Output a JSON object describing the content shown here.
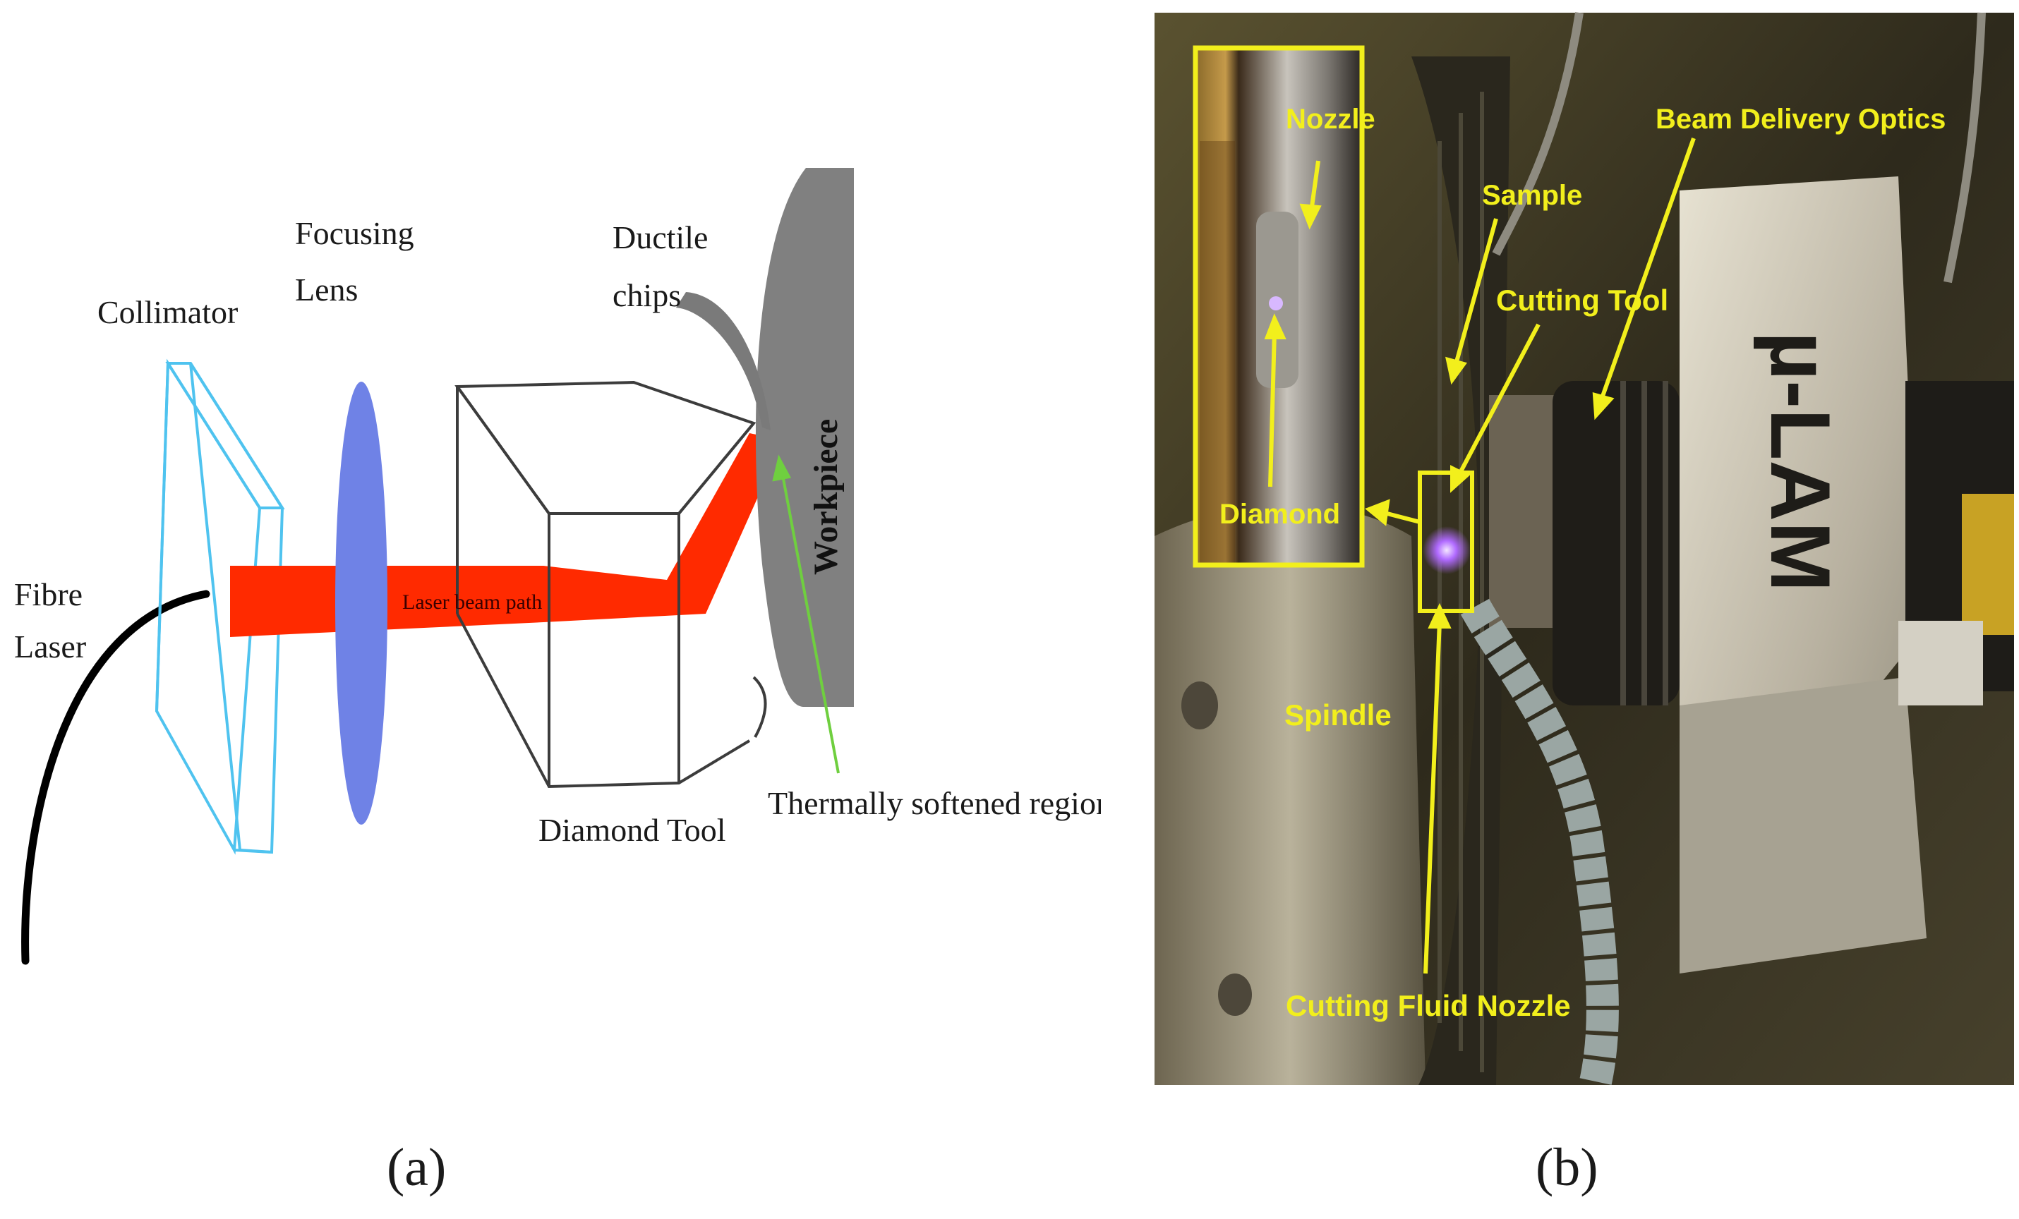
{
  "panel_a": {
    "caption": "(a)",
    "labels": {
      "fibre_laser_1": "Fibre",
      "fibre_laser_2": "Laser",
      "collimator": "Collimator",
      "focusing_lens_1": "Focusing",
      "focusing_lens_2": "Lens",
      "ductile_chips_1": "Ductile",
      "ductile_chips_2": "chips",
      "workpiece": "Workpiece",
      "laser_beam_path": "Laser beam path",
      "diamond_tool": "Diamond Tool",
      "thermally_softened_region": "Thermally softened region"
    },
    "colors": {
      "laser": "#ff2a00",
      "lens": "#6f82e6",
      "collimator": "#4fc3ef",
      "workpiece": "#808080",
      "fibre": "#000000",
      "arrow": "#6fcf3f"
    }
  },
  "panel_b": {
    "caption": "(b)",
    "labels": {
      "nozzle": "Nozzle",
      "diamond": "Diamond",
      "sample": "Sample",
      "beam_delivery_optics": "Beam Delivery Optics",
      "cutting_tool": "Cutting Tool",
      "spindle": "Spindle",
      "cutting_fluid_nozzle": "Cutting Fluid Nozzle",
      "brand_mark": "µ-LAM"
    },
    "colors": {
      "annotation": "#f2ef1c",
      "background": "#3a3524"
    }
  }
}
